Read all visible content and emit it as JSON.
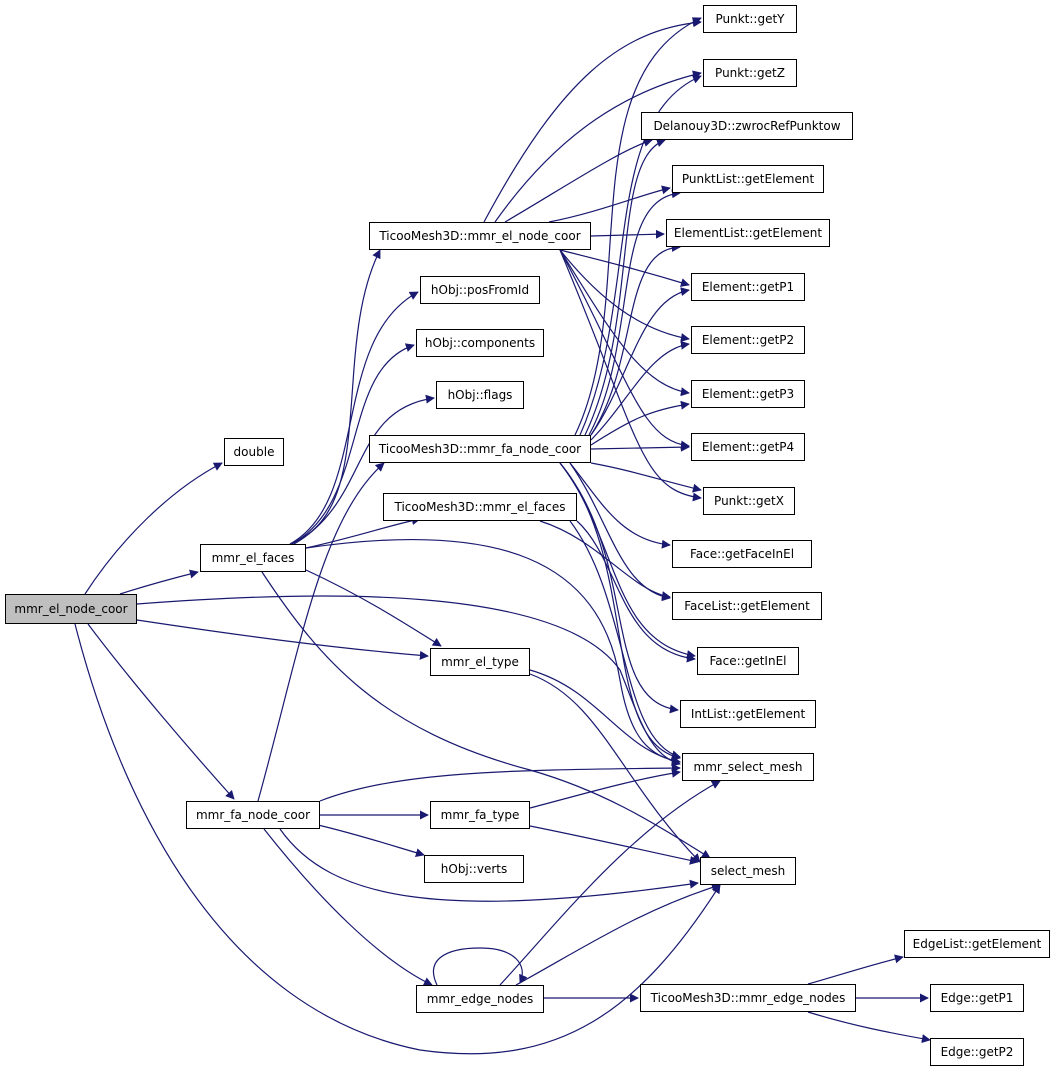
{
  "nodes": {
    "root": "mmr_el_node_coor",
    "double": "double",
    "el_faces": "mmr_el_faces",
    "fa_node_coor": "mmr_fa_node_coor",
    "t_el_node": "TicooMesh3D::mmr_el_node_coor",
    "posFromId": "hObj::posFromId",
    "components": "hObj::components",
    "flags": "hObj::flags",
    "t_fa_node": "TicooMesh3D::mmr_fa_node_coor",
    "t_el_faces": "TicooMesh3D::mmr_el_faces",
    "el_type": "mmr_el_type",
    "fa_type": "mmr_fa_type",
    "verts": "hObj::verts",
    "edge_nodes": "mmr_edge_nodes",
    "getY": "Punkt::getY",
    "getZ": "Punkt::getZ",
    "zwroc": "Delanouy3D::zwrocRefPunktow",
    "pl_getEl": "PunktList::getElement",
    "el_getEl": "ElementList::getElement",
    "getP1": "Element::getP1",
    "getP2": "Element::getP2",
    "getP3": "Element::getP3",
    "getP4": "Element::getP4",
    "getX": "Punkt::getX",
    "getFaceInEl": "Face::getFaceInEl",
    "fl_getEl": "FaceList::getElement",
    "getInEl": "Face::getInEl",
    "il_getEl": "IntList::getElement",
    "select_mesh_mmr": "mmr_select_mesh",
    "select_mesh": "select_mesh",
    "t_edge_nodes": "TicooMesh3D::mmr_edge_nodes",
    "edl_getEl": "EdgeList::getElement",
    "edge_p1": "Edge::getP1",
    "edge_p2": "Edge::getP2"
  },
  "colors": {
    "edge": "#191970",
    "root_fill": "#bfbfbf",
    "node_fill": "#ffffff",
    "border": "#000000"
  }
}
